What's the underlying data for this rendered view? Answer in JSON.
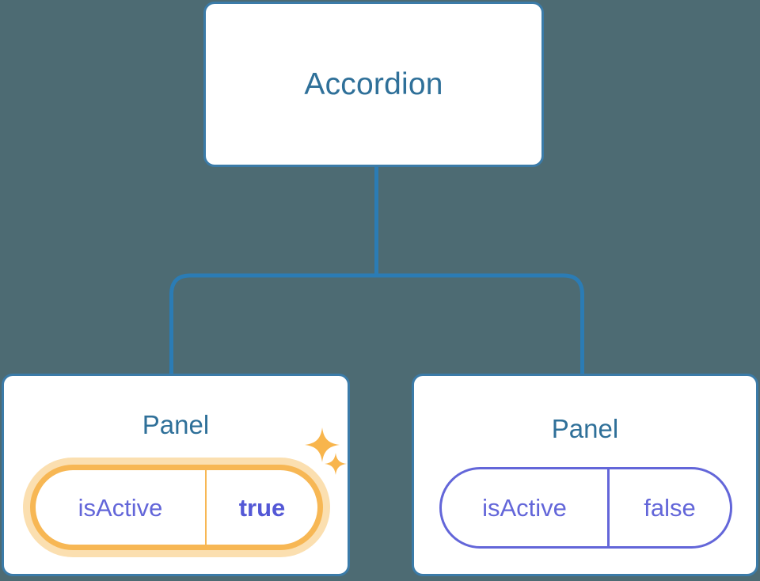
{
  "diagram": {
    "type": "component-tree",
    "background_color": "#4d6b73",
    "connector_color": "#2b7cb5",
    "node_border_color": "#3b7ba8",
    "node_title_color": "#2f7099",
    "prop_text_color": "#6366d9",
    "highlight_color": "#f7b754",
    "highlight_glow_color": "#fbdfb0"
  },
  "root": {
    "title": "Accordion"
  },
  "children": [
    {
      "title": "Panel",
      "highlighted": true,
      "prop": {
        "key": "isActive",
        "value": "true"
      },
      "decorations": [
        "sparkle-icon",
        "sparkle-icon"
      ]
    },
    {
      "title": "Panel",
      "highlighted": false,
      "prop": {
        "key": "isActive",
        "value": "false"
      },
      "decorations": []
    }
  ]
}
